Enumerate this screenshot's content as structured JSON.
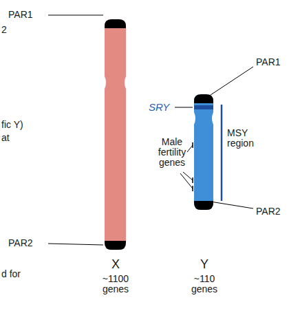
{
  "diagram": {
    "labels": [
      "PAR1",
      "2",
      "fic Y)",
      "at",
      "PAR2",
      "d for",
      "PAR1",
      "SRY",
      "Male fertility genes",
      "MSY region",
      "PAR2",
      "X",
      "~1100 genes",
      "Y",
      "~110 genes"
    ]
  }
}
